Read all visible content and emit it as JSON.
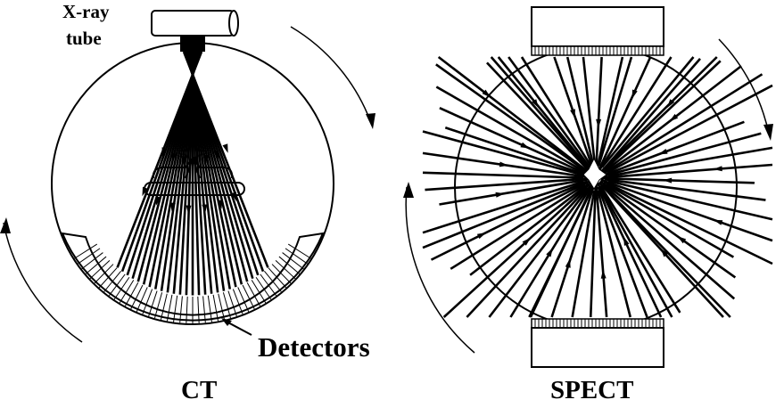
{
  "labels": {
    "xray": "X-ray",
    "tube": "tube",
    "detectors": "Detectors",
    "ct": "CT",
    "spect": "SPECT"
  },
  "colors": {
    "ink": "#000000",
    "background": "#ffffff"
  }
}
